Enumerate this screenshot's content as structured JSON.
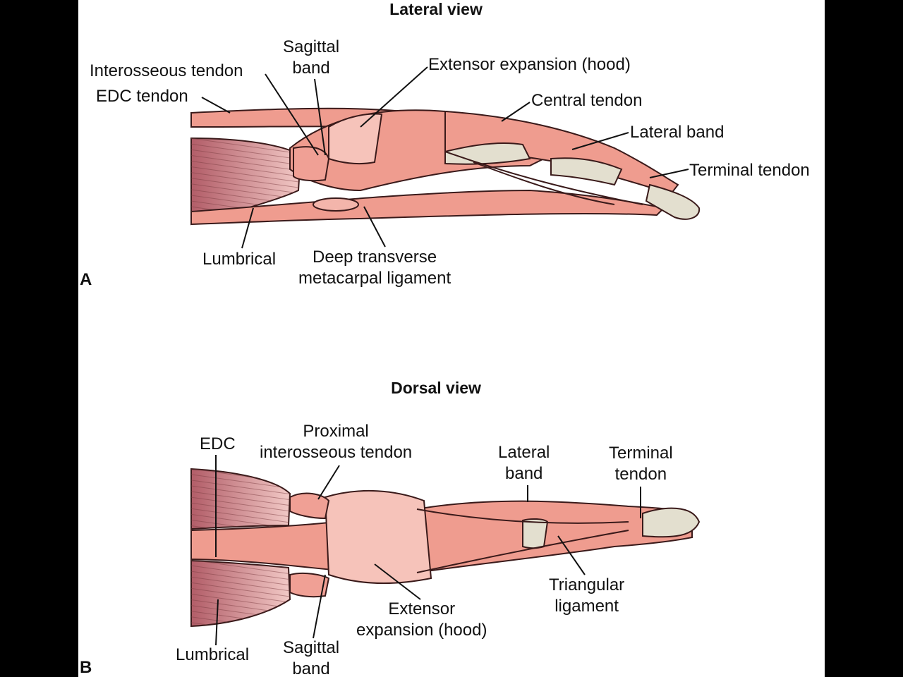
{
  "panel_a": {
    "title": "Lateral view",
    "letter": "A",
    "labels": {
      "sagittal_band": "Sagittal\nband",
      "interosseous_tendon": "Interosseous tendon",
      "edc_tendon": "EDC tendon",
      "extensor_expansion": "Extensor expansion (hood)",
      "central_tendon": "Central tendon",
      "lateral_band": "Lateral band",
      "terminal_tendon": "Terminal tendon",
      "lumbrical": "Lumbrical",
      "deep_transverse": "Deep transverse\nmetacarpal ligament"
    }
  },
  "panel_b": {
    "title": "Dorsal view",
    "letter": "B",
    "labels": {
      "edc": "EDC",
      "proximal_interosseous": "Proximal\ninterosseous tendon",
      "lateral_band": "Lateral\nband",
      "terminal_tendon": "Terminal\ntendon",
      "triangular_ligament": "Triangular\nligament",
      "extensor_expansion": "Extensor\nexpansion (hood)",
      "lumbrical": "Lumbrical",
      "sagittal_band": "Sagittal\nband"
    }
  },
  "colors": {
    "tendon": "#ef9c8f",
    "muscle": "#c8707a",
    "bone": "#e3dfcf",
    "outline": "#3a1a1a"
  }
}
